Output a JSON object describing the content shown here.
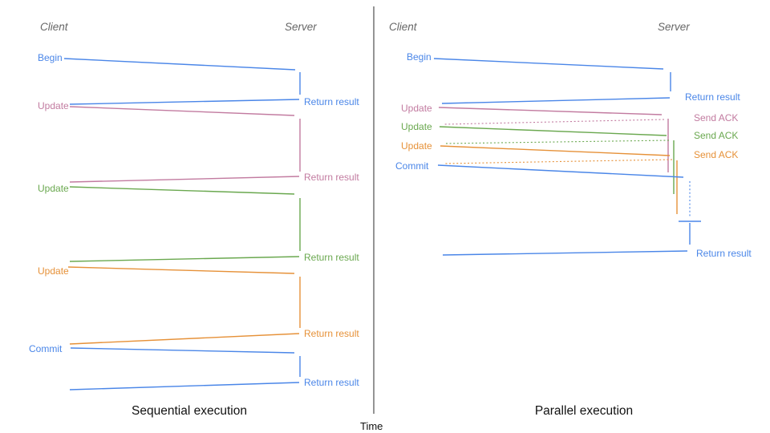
{
  "palette": {
    "blue": "#4a86e8",
    "pink": "#c27ba0",
    "green": "#6aa84f",
    "orange": "#e69138",
    "lane_heading": "#666666",
    "caption_text": "#111111",
    "time_axis": "#4d4d4d"
  },
  "time_axis": {
    "label": "Time"
  },
  "sequential": {
    "caption": "Sequential execution",
    "client": "Client",
    "server": "Server",
    "steps": [
      {
        "request": "Begin",
        "color": "blue",
        "response": "Return result"
      },
      {
        "request": "Update",
        "color": "pink",
        "response": "Return result"
      },
      {
        "request": "Update",
        "color": "green",
        "response": "Return result"
      },
      {
        "request": "Update",
        "color": "orange",
        "response": "Return result"
      },
      {
        "request": "Commit",
        "color": "blue",
        "response": "Return result"
      }
    ]
  },
  "parallel": {
    "caption": "Parallel execution",
    "client": "Client",
    "server": "Server",
    "steps": [
      {
        "request": "Begin",
        "color": "blue",
        "response": "Return result"
      },
      {
        "request": "Update",
        "color": "pink",
        "response": "Send ACK"
      },
      {
        "request": "Update",
        "color": "green",
        "response": "Send ACK"
      },
      {
        "request": "Update",
        "color": "orange",
        "response": "Send ACK"
      },
      {
        "request": "Commit",
        "color": "blue",
        "response": "Return result"
      }
    ]
  }
}
